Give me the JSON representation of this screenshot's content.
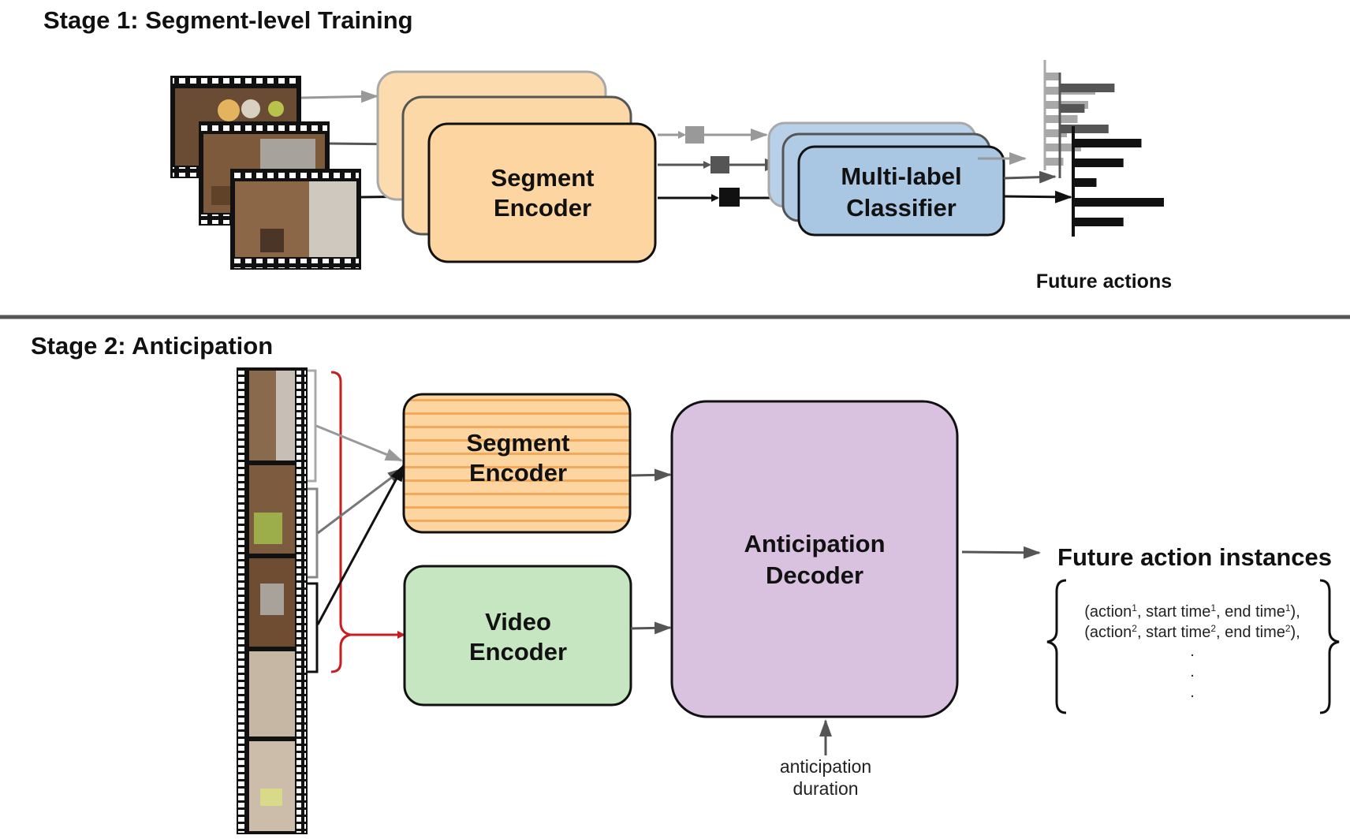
{
  "stage1": {
    "title": "Stage 1: Segment-level Training",
    "segment_encoder": [
      "Segment",
      "Encoder"
    ],
    "classifier": [
      "Multi-label",
      "Classifier"
    ],
    "output_label": "Future actions",
    "histogram_back": [
      0.2,
      0.7,
      0.6,
      0.45,
      0.3,
      0.5,
      0.25
    ],
    "histogram_front": [
      0.75,
      0.55,
      0.25,
      1.0,
      0.55
    ],
    "histogram_mid": [
      0.9,
      0.4,
      0.8
    ]
  },
  "stage2": {
    "title": "Stage 2: Anticipation",
    "segment_encoder": [
      "Segment",
      "Encoder"
    ],
    "video_encoder": [
      "Video",
      "Encoder"
    ],
    "decoder": [
      "Anticipation",
      "Decoder"
    ],
    "decoder_input": [
      "anticipation",
      "duration"
    ],
    "output_title": "Future action instances",
    "instances": [
      {
        "action": "action",
        "start": "start time",
        "end": "end time",
        "index": "1",
        "sep": ", ",
        "tail": "),"
      },
      {
        "action": "action",
        "start": "start time",
        "end": "end time",
        "index": "2",
        "sep": ", ",
        "tail": "),"
      }
    ],
    "ellipsis": [
      ".",
      ".",
      "."
    ]
  },
  "colors": {
    "segment_encoder": "#fcd5a0",
    "segment_encoder_stripe": "#f4a85a",
    "classifier": "#a9c6e3",
    "video_encoder": "#c5e6c0",
    "decoder": "#d9c2df",
    "red_bracket": "#c81e1e",
    "gray": "#888888",
    "dark_gray": "#555555"
  }
}
